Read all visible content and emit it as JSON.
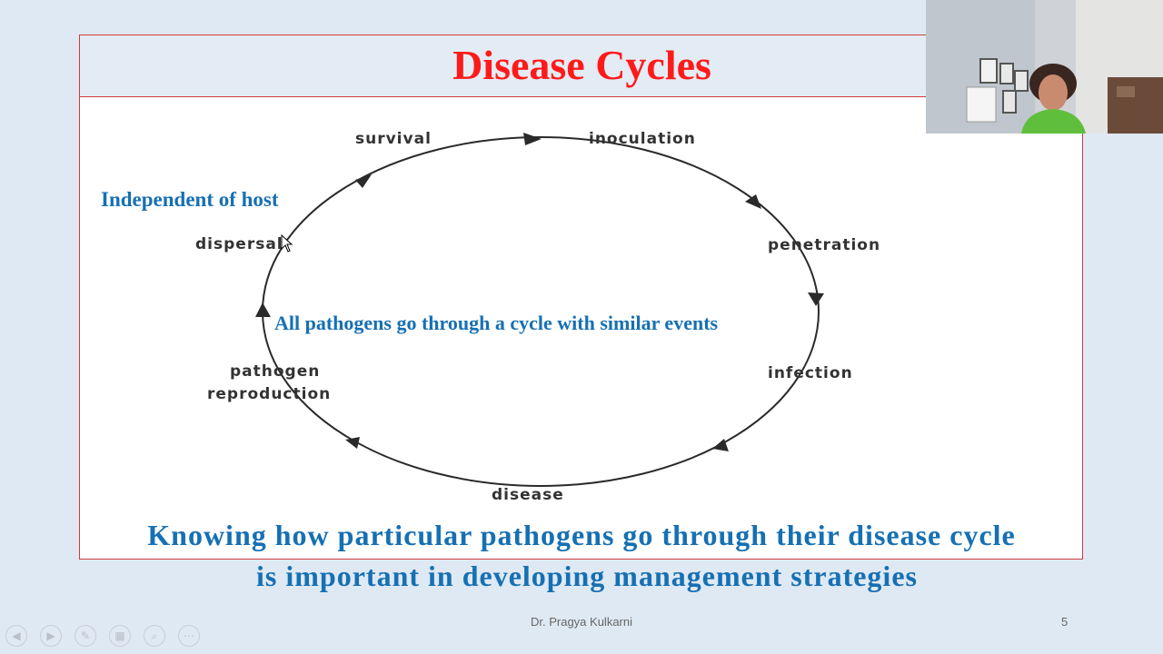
{
  "slide": {
    "title": "Disease Cycles",
    "stages": {
      "survival": "survival",
      "inoculation": "inoculation",
      "penetration": "penetration",
      "infection": "infection",
      "disease": "disease",
      "pathogen_reproduction_line1": "pathogen",
      "pathogen_reproduction_line2": "reproduction",
      "dispersal": "dispersal"
    },
    "note_host": "Independent of host",
    "note_center": "All pathogens go through a cycle with similar events",
    "bottom_line1": "Knowing how particular pathogens go through their disease cycle",
    "bottom_line2": "is important in developing management strategies"
  },
  "footer": {
    "author": "Dr. Pragya Kulkarni",
    "page_number": "5"
  },
  "colors": {
    "title_red": "#ff1a1a",
    "accent_blue": "#1670b3",
    "frame_red": "#d23a3a",
    "background": "#dfe9f3"
  },
  "nav_icons": [
    "prev-icon",
    "next-icon",
    "pen-icon",
    "slides-grid-icon",
    "zoom-icon",
    "more-icon"
  ]
}
